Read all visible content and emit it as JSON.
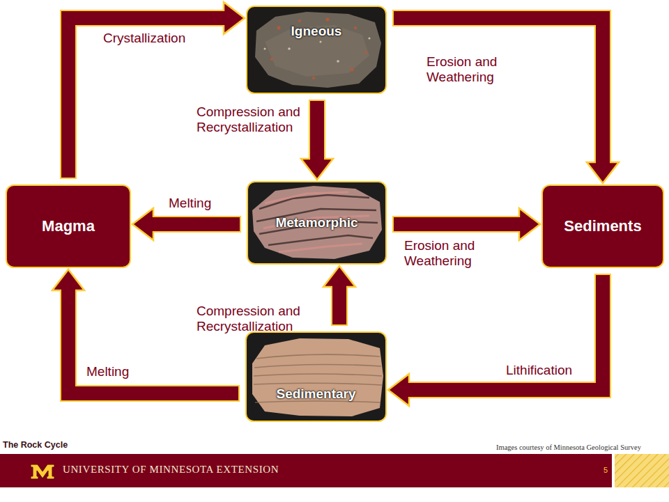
{
  "diagram": {
    "title": "The Rock Cycle",
    "nodes": [
      {
        "text": [
          "Igneous"
        ]
      },
      {
        "text": [
          "Magma"
        ]
      },
      {
        "text": [
          "Metamorphic"
        ]
      },
      {
        "text": [
          "Sediments"
        ]
      },
      {
        "text": [
          "Sedimentary"
        ]
      }
    ],
    "edges": [
      {
        "from": 1,
        "to": 0,
        "arrow": "to",
        "label": "Crystallization"
      },
      {
        "from": 0,
        "to": 3,
        "arrow": "to",
        "label": "Erosion and Weathering"
      },
      {
        "from": 0,
        "to": 2,
        "arrow": "to",
        "label": "Compression and Recrystallization"
      },
      {
        "from": 2,
        "to": 1,
        "arrow": "to",
        "label": "Melting"
      },
      {
        "from": 2,
        "to": 3,
        "arrow": "to",
        "label": "Erosion and Weathering"
      },
      {
        "from": 4,
        "to": 2,
        "arrow": "to",
        "label": "Compression and Recrystallization"
      },
      {
        "from": 4,
        "to": 1,
        "arrow": "to",
        "label": "Melting"
      },
      {
        "from": 3,
        "to": 4,
        "arrow": "to",
        "label": "Lithification"
      }
    ],
    "labels": [
      "Images courtesy of Minnesota Geological Survey",
      "UNIVERSITY OF MINNESOTA EXTENSION",
      "5"
    ]
  }
}
